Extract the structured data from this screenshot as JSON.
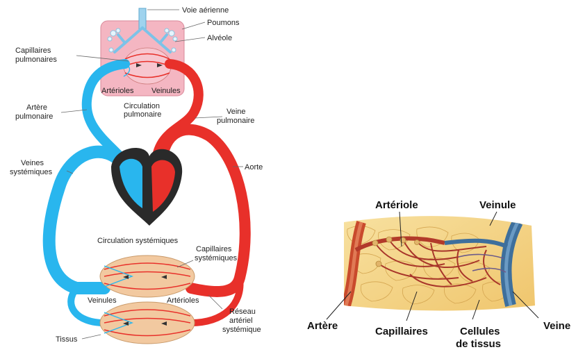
{
  "left_diagram": {
    "labels": {
      "airway": "Voie aérienne",
      "lungs": "Poumons",
      "alveolus": "Alvéole",
      "pulmonary_capillaries_1": "Capillaires",
      "pulmonary_capillaries_2": "pulmonaires",
      "arterioles_top": "Artérioles",
      "venules_top": "Veinules",
      "pulmonary_circulation_1": "Circulation",
      "pulmonary_circulation_2": "pulmonaire",
      "pulmonary_artery_1": "Artère",
      "pulmonary_artery_2": "pulmonaire",
      "pulmonary_vein_1": "Veine",
      "pulmonary_vein_2": "pulmonaire",
      "systemic_veins_1": "Veines",
      "systemic_veins_2": "systémiques",
      "aorta": "Aorte",
      "systemic_circulation": "Circulation systémiques",
      "systemic_capillaries_1": "Capillaires",
      "systemic_capillaries_2": "systémiques",
      "venules_bottom": "Veinules",
      "arterioles_bottom": "Artérioles",
      "arterial_network_1": "Réseau",
      "arterial_network_2": "artériel",
      "arterial_network_3": "systémique",
      "tissues": "Tissus"
    }
  },
  "right_diagram": {
    "labels": {
      "arteriole": "Artériole",
      "venule": "Veinule",
      "artery": "Artère",
      "capillaries": "Capillaires",
      "tissue_cells_1": "Cellules",
      "tissue_cells_2": "de tissus",
      "vein": "Veine"
    }
  },
  "colors": {
    "oxygenated": "#e8302a",
    "deoxygenated": "#29b6ee",
    "lung_tissue": "#f4b6c2",
    "systemic_tissue": "#f2c9a0",
    "cell_tissue": "#f6d98e",
    "heart_dark": "#2a2a2a"
  }
}
